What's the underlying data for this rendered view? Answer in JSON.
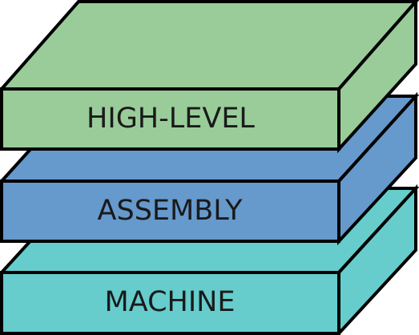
{
  "diagram": {
    "layers": [
      {
        "id": "high-level",
        "label": "HIGH-LEVEL",
        "colors": {
          "front": "#99cc99",
          "top": "#99cc99",
          "side": "#99cc99"
        }
      },
      {
        "id": "assembly",
        "label": "ASSEMBLY",
        "colors": {
          "front": "#6699cc",
          "top": "#6699cc",
          "side": "#6699cc"
        }
      },
      {
        "id": "machine",
        "label": "MACHINE",
        "colors": {
          "front": "#66cccc",
          "top": "#66cccc",
          "side": "#66cccc"
        }
      }
    ]
  }
}
